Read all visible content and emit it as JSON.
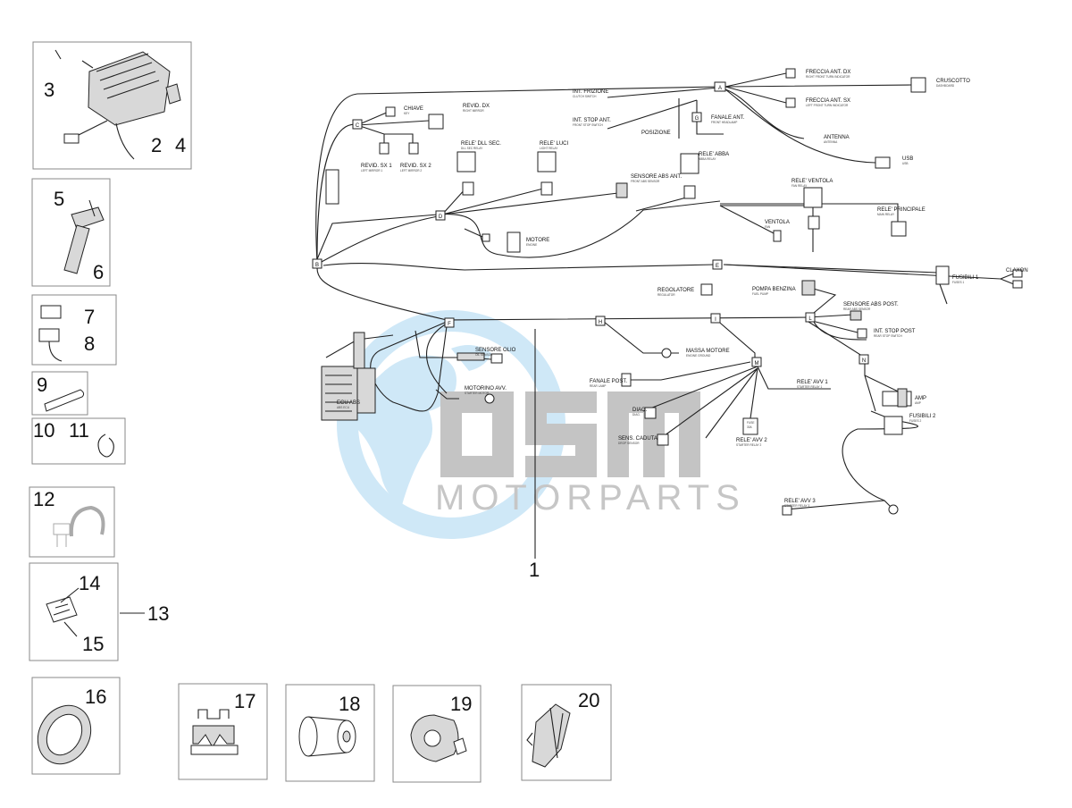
{
  "part_numbers": {
    "p1": "1",
    "p2": "2",
    "p3": "3",
    "p4": "4",
    "p5": "5",
    "p6": "6",
    "p7": "7",
    "p8": "8",
    "p9": "9",
    "p10": "10",
    "p11": "11",
    "p12": "12",
    "p13": "13",
    "p14": "14",
    "p15": "15",
    "p16": "16",
    "p17": "17",
    "p18": "18",
    "p19": "19",
    "p20": "20"
  },
  "connectors": {
    "a": "A",
    "b": "B",
    "c": "C",
    "d": "D",
    "e": "E",
    "f": "F",
    "g": "G",
    "h": "H",
    "i": "I",
    "l": "L",
    "m": "M",
    "n": "N"
  },
  "labels": {
    "freccia_dx": "FRECCIA ANT. DX",
    "freccia_dx_en": "RIGHT FRONT TURN INDICATOR",
    "cruscotto": "CRUSCOTTO",
    "cruscotto_en": "DASHBOARD",
    "int_frizione": "INT. FRIZIONE",
    "int_frizione_en": "CLUTCH SWITCH",
    "freccia_sx": "FRECCIA ANT. SX",
    "freccia_sx_en": "LEFT FRONT TURN INDICATOR",
    "int_stop_ant": "INT. STOP ANT.",
    "int_stop_ant_en": "FRONT STOP SWITCH",
    "chiave": "CHIAVE",
    "chiave_en": "KEY",
    "specchio_dx": "REVID. DX",
    "specchio_dx_en": "RIGHT MIRROR",
    "posizione": "POSIZIONE",
    "fanale_ant": "FANALE ANT.",
    "fanale_ant_en": "FRONT HEADLAMP",
    "antenna": "ANTENNA",
    "antenna_en": "ANTENNA",
    "usb": "USB",
    "usb_en": "USB",
    "rele_sec": "RELE' DLL SEC.",
    "rele_sec_en": "DLL SEC RELAY",
    "rele_luci": "RELE' LUCI",
    "rele_luci_en": "LIGHT RELAY",
    "rele_abba": "RELE' ABBA",
    "rele_abba_en": "ABBA RELAY",
    "specchio_sx1": "REVID. SX 1",
    "specchio_sx1_en": "LEFT MIRROR 1",
    "specchio_sx2": "REVID. SX 2",
    "specchio_sx2_en": "LEFT MIRROR 2",
    "sensore_abs_ant": "SENSORE ABS ANT.",
    "sensore_abs_ant_en": "FRONT ABS SENSOR",
    "rele_ventola": "RELE' VENTOLA",
    "rele_ventola_en": "FAN RELAY",
    "rele_principale": "RELE' PRINCIPALE",
    "rele_principale_en": "MAIN RELAY",
    "ventola": "VENTOLA",
    "ventola_en": "FAN",
    "motore": "MOTORE",
    "motore_en": "ENGINE",
    "claxon": "CLAXON",
    "fusibili1": "FUSIBILI 1",
    "fusibili1_en": "FUSES 1",
    "regolatore": "REGOLATORE",
    "regolatore_en": "REGULATOR",
    "pompa_benzina": "POMPA BENZINA",
    "pompa_benzina_en": "FUEL PUMP",
    "sensore_abs_post": "SENSORE ABS POST.",
    "sensore_abs_post_en": "REAR ABS SENSOR",
    "int_stop_post": "INT. STOP POST",
    "int_stop_post_en": "REAR STOP SWITCH",
    "sensore_olio": "SENSORE OLIO",
    "sensore_olio_en": "OIL SENSOR",
    "massa_motore": "MASSA MOTORE",
    "massa_motore_en": "ENGINE GROUND",
    "fanale_post": "FANALE POST.",
    "fanale_post_en": "REAR LAMP",
    "rele_avv1": "RELE' AVV 1",
    "rele_avv1_en": "STARTER RELAY 1",
    "ecu_abs": "ECU ABS",
    "ecu_abs_en": "ABS ECU",
    "motorino": "MOTORINO AVV.",
    "motorino_en": "STARTER MOTOR",
    "diag": "DIAG.",
    "diag_en": "DIAG.",
    "amp": "AMP",
    "amp_en": "AMP",
    "fusibili2": "FUSIBILI 2",
    "fusibili2_en": "FUSES 2",
    "sens_caduta": "SENS. CADUTA",
    "sens_caduta_en": "DROP SENSOR",
    "rele_avv2": "RELE' AVV 2",
    "rele_avv2_en": "STARTER RELAY 2",
    "rele_avv3": "RELE' AVV 3",
    "rele_avv3_en": "STARTER RELAY 3",
    "fuse": "FUSE",
    "fuse_sub": "30A"
  },
  "watermark": {
    "logo_text": "OSM",
    "tagline": "MOTORPARTS",
    "globe_color": "#bfe0f5",
    "logo_color": "#c8c8c8"
  }
}
